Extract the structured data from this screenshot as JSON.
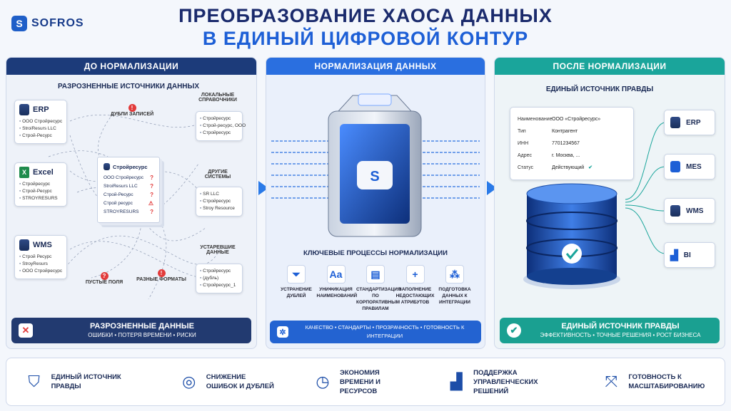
{
  "brand": {
    "logo_text": "SOFROS"
  },
  "title": {
    "line1": "ПРЕОБРАЗОВАНИЕ ХАОСА ДАННЫХ",
    "line2": "В ЕДИНЫЙ ЦИФРОВОЙ КОНТУР"
  },
  "before": {
    "header": "ДО НОРМАЛИЗАЦИИ",
    "subheader": "РАЗРОЗНЕННЫЕ ИСТОЧНИКИ ДАННЫХ",
    "sources": [
      {
        "name": "ERP",
        "items": [
          "ООО Стройресурс",
          "StroiResurs LLC",
          "Строй-Ресурс"
        ]
      },
      {
        "name": "Excel",
        "items": [
          "Стройресурс",
          "Строй-Ресурс",
          "STROYRESURS"
        ]
      },
      {
        "name": "WMS",
        "items": [
          "Строй Ресурс",
          "StroyResurs",
          "ООО Стройресурс"
        ]
      }
    ],
    "duplicates_label": "ДУБЛИ ЗАПИСЕЙ",
    "stack": {
      "title": "Стройресурс",
      "items": [
        "ООО Стройресурс",
        "StroiResurs LLC",
        "Строй-Ресурс",
        "Строй ресурс",
        "STROYRESURS"
      ]
    },
    "local_refs": {
      "label": "ЛОКАЛЬНЫЕ СПРАВОЧНИКИ",
      "items": [
        "Стройресурс",
        "Строй-ресурс, ООО",
        "Стройресурс"
      ]
    },
    "other_systems": {
      "label": "ДРУГИЕ СИСТЕМЫ",
      "items": [
        "SR LLC",
        "Стройресурс",
        "Stroy Resource"
      ]
    },
    "legacy": {
      "label": "УСТАРЕВШИЕ ДАННЫЕ",
      "items": [
        "Стройресурс",
        "(дубль)",
        "Стройресурс_1"
      ]
    },
    "empty_fields": "ПУСТЫЕ ПОЛЯ",
    "diff_formats": "РАЗНЫЕ ФОРМАТЫ",
    "footer_title": "РАЗРОЗНЕННЫЕ ДАННЫЕ",
    "footer_sub": "ОШИБКИ • ПОТЕРЯ ВРЕМЕНИ • РИСКИ"
  },
  "norm": {
    "header": "НОРМАЛИЗАЦИЯ ДАННЫХ",
    "processes_title": "КЛЮЧЕВЫЕ ПРОЦЕССЫ НОРМАЛИЗАЦИИ",
    "processes": [
      {
        "icon": "funnel-icon",
        "glyph": "⏷",
        "label": "УСТРАНЕНИЕ ДУБЛЕЙ"
      },
      {
        "icon": "text-format-icon",
        "glyph": "Aa",
        "label": "УНИФИКАЦИЯ НАИМЕНОВАНИЙ"
      },
      {
        "icon": "document-check-icon",
        "glyph": "▤",
        "label": "СТАНДАРТИЗАЦИЯ ПО КОРПОРАТИВНЫМ ПРАВИЛАМ"
      },
      {
        "icon": "plus-icon",
        "glyph": "+",
        "label": "ЗАПОЛНЕНИЕ НЕДОСТАЮЩИХ АТРИБУТОВ"
      },
      {
        "icon": "network-icon",
        "glyph": "⁂",
        "label": "ПОДГОТОВКА ДАННЫХ К ИНТЕГРАЦИИ"
      }
    ],
    "footer": "КАЧЕСТВО • СТАНДАРТЫ • ПРОЗРАЧНОСТЬ • ГОТОВНОСТЬ К ИНТЕГРАЦИИ"
  },
  "after": {
    "header": "ПОСЛЕ НОРМАЛИЗАЦИИ",
    "subheader": "ЕДИНЫЙ ИСТОЧНИК ПРАВДЫ",
    "record": [
      {
        "k": "Наименование",
        "v": "ООО «Стройресурс»"
      },
      {
        "k": "Тип",
        "v": "Контрагент"
      },
      {
        "k": "ИНН",
        "v": "7701234567"
      },
      {
        "k": "Адрес",
        "v": "г. Москва, ..."
      },
      {
        "k": "Статус",
        "v": "Действующий"
      }
    ],
    "systems": [
      "ERP",
      "MES",
      "WMS",
      "BI"
    ],
    "footer_title": "ЕДИНЫЙ ИСТОЧНИК ПРАВДЫ",
    "footer_sub": "ЭФФЕКТИВНОСТЬ • ТОЧНЫЕ РЕШЕНИЯ • РОСТ БИЗНЕСА"
  },
  "benefits": [
    {
      "icon": "shield-check-icon",
      "glyph": "⛉",
      "text": "ЕДИНЫЙ ИСТОЧНИК ПРАВДЫ"
    },
    {
      "icon": "target-icon",
      "glyph": "◎",
      "text": "СНИЖЕНИЕ ОШИБОК И ДУБЛЕЙ"
    },
    {
      "icon": "clock-icon",
      "glyph": "◷",
      "text": "ЭКОНОМИЯ ВРЕМЕНИ И РЕСУРСОВ"
    },
    {
      "icon": "growth-chart-icon",
      "glyph": "▟",
      "text": "ПОДДЕРЖКА УПРАВЛЕНЧЕСКИХ РЕШЕНИЙ"
    },
    {
      "icon": "scale-arrows-icon",
      "glyph": "⤧",
      "text": "ГОТОВНОСТЬ К МАСШТАБИРОВАНИЮ"
    }
  ],
  "colors": {
    "primary": "#1d5fd6",
    "dark": "#1a2a6c",
    "teal": "#1aa59b",
    "danger": "#e23b3b"
  }
}
